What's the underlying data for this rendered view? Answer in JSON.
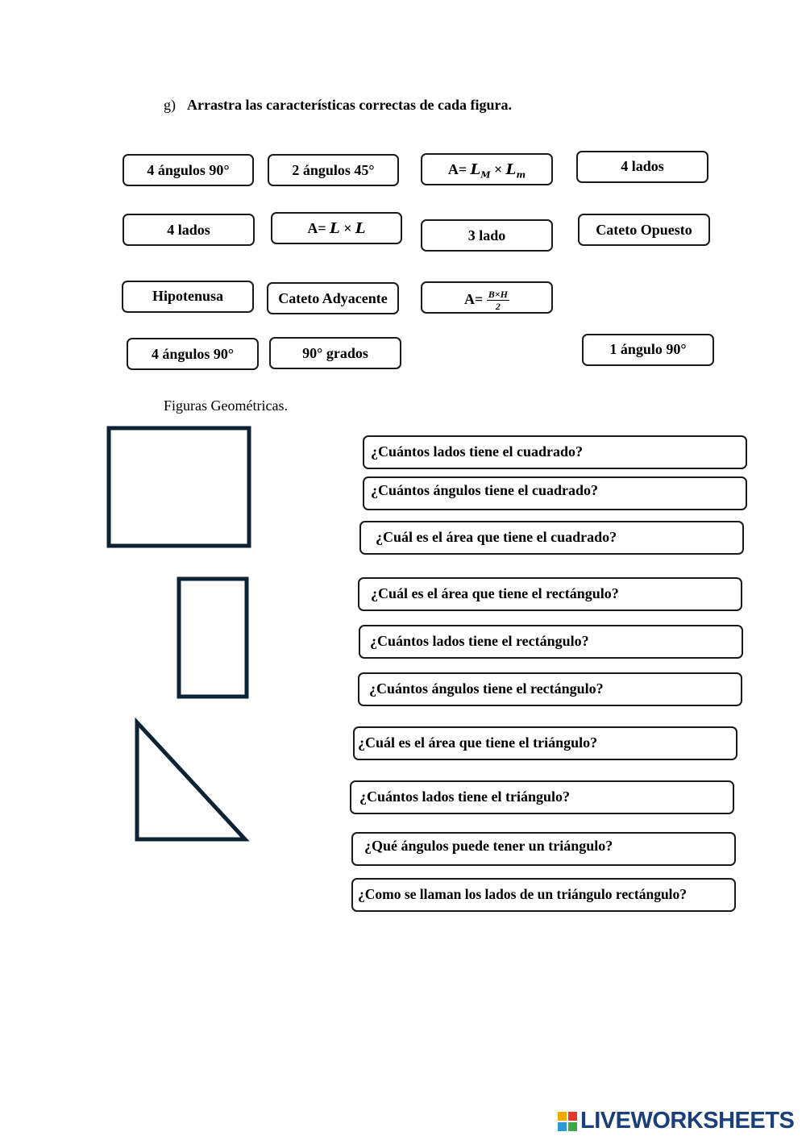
{
  "instruction": {
    "letter": "g)",
    "text": "Arrastra las características correctas de cada figura."
  },
  "chips": {
    "c1": "4 ángulos 90°",
    "c2": "2 ángulos 45°",
    "c3_prefix": "A=",
    "c4": "4 lados",
    "c5": "4 lados",
    "c6_prefix": "A=",
    "c7": "3 lado",
    "c8": "Cateto Opuesto",
    "c9": "Hipotenusa",
    "c10": "Cateto Adyacente",
    "c11_prefix": "A=",
    "c11_num": "B×H",
    "c11_den": "2",
    "c12": "4 ángulos 90°",
    "c13": "90° grados",
    "c14": "1 ángulo 90°"
  },
  "section_title": "Figuras Geométricas.",
  "questions": {
    "q1": "¿Cuántos lados tiene el cuadrado?",
    "q2": "¿Cuántos ángulos tiene el cuadrado?",
    "q3": "¿Cuál es el área que tiene el cuadrado?",
    "q4": "¿Cuál es el área que tiene el rectángulo?",
    "q5": "¿Cuántos lados tiene el rectángulo?",
    "q6": "¿Cuántos ángulos tiene el rectángulo?",
    "q7": "¿Cuál es el área que tiene el triángulo?",
    "q8": "¿Cuántos lados tiene el triángulo?",
    "q9": "¿Qué ángulos puede tener un triángulo?",
    "q10": "¿Como se llaman los lados de un triángulo rectángulo?"
  },
  "colors": {
    "shape_stroke": "#0d2233",
    "brand": "#1a3f7a"
  },
  "brand": {
    "name": "LIVEWORKSHEETS"
  }
}
